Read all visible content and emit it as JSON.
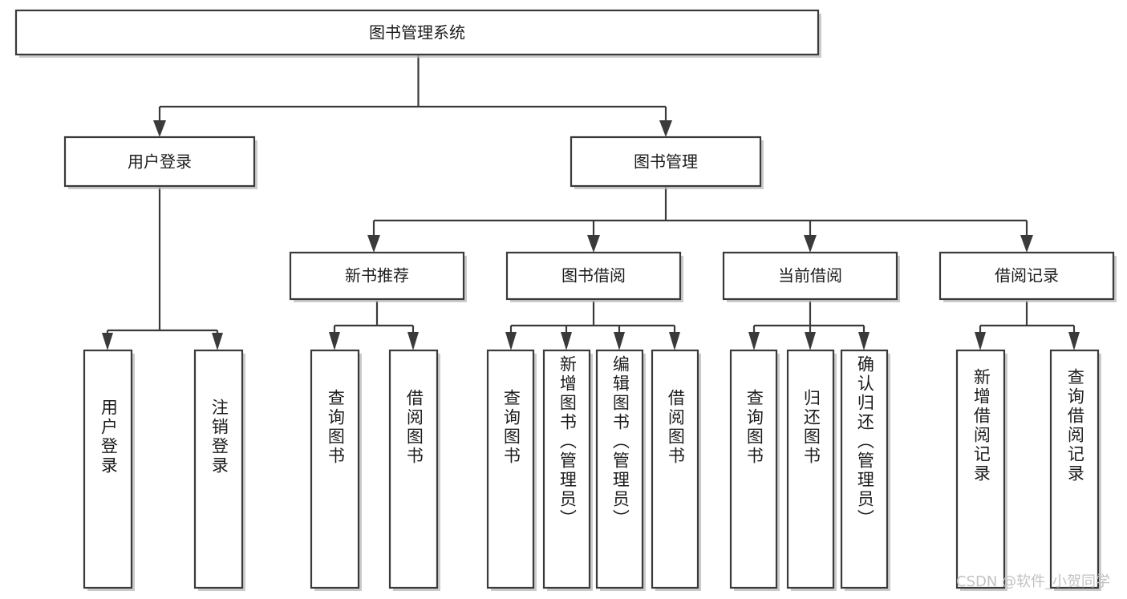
{
  "diagram": {
    "type": "tree",
    "title": "图书管理系统",
    "orientation": "top-down",
    "colors": {
      "box_stroke": "#3a3a3a",
      "box_fill": "#ffffff",
      "text": "#1c1c1c",
      "watermark": "#c2c2c2",
      "background": "#ffffff"
    },
    "root": {
      "label": "图书管理系统"
    },
    "level2": [
      {
        "label": "用户登录"
      },
      {
        "label": "图书管理"
      }
    ],
    "level3": [
      {
        "label": "新书推荐"
      },
      {
        "label": "图书借阅"
      },
      {
        "label": "当前借阅"
      },
      {
        "label": "借阅记录"
      }
    ],
    "leaves": {
      "user_login": [
        {
          "label": "用户登录"
        },
        {
          "label": "注销登录"
        }
      ],
      "new_book_recommend": [
        {
          "label": "查询图书"
        },
        {
          "label": "借阅图书"
        }
      ],
      "book_borrow": [
        {
          "label": "查询图书"
        },
        {
          "label": "新增图书（管理员）"
        },
        {
          "label": "编辑图书（管理员）"
        },
        {
          "label": "借阅图书"
        }
      ],
      "current_borrow": [
        {
          "label": "查询图书"
        },
        {
          "label": "归还图书"
        },
        {
          "label": "确认归还（管理员）"
        }
      ],
      "borrow_records": [
        {
          "label": "新增借阅记录"
        },
        {
          "label": "查询借阅记录"
        }
      ]
    },
    "watermark": "CSDN @软件_小贺同学"
  }
}
